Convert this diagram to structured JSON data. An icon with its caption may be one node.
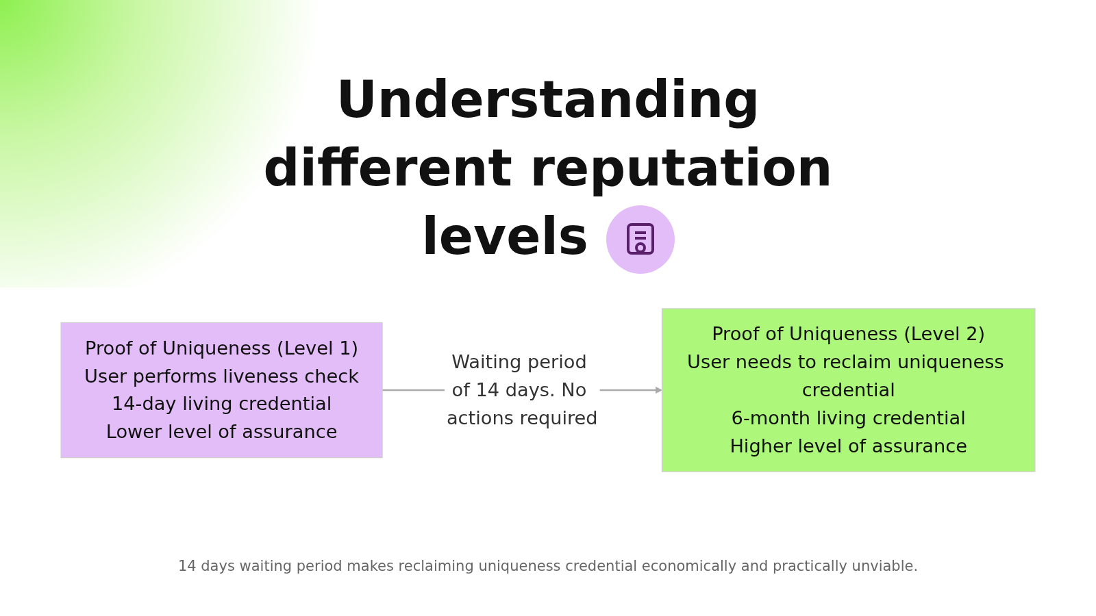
{
  "diagram": {
    "title": "Understanding different reputation levels",
    "caption": "14 days waiting period makes reclaiming uniqueness credential economically and practically unviable.",
    "nodes": [
      {
        "text": [
          "Proof of Uniqueness (Level 1)",
          "User performs liveness check",
          "14-day living credential",
          "Lower level of assurance"
        ]
      },
      {
        "text": [
          "Proof of Uniqueness (Level 2)",
          "User needs to reclaim uniqueness credential",
          "6-month living credential",
          "Higher level of assurance"
        ]
      }
    ],
    "edges": [
      {
        "from": 0,
        "to": 1,
        "arrow": "to",
        "label": "Waiting period of 14 days. No actions required"
      }
    ]
  }
}
